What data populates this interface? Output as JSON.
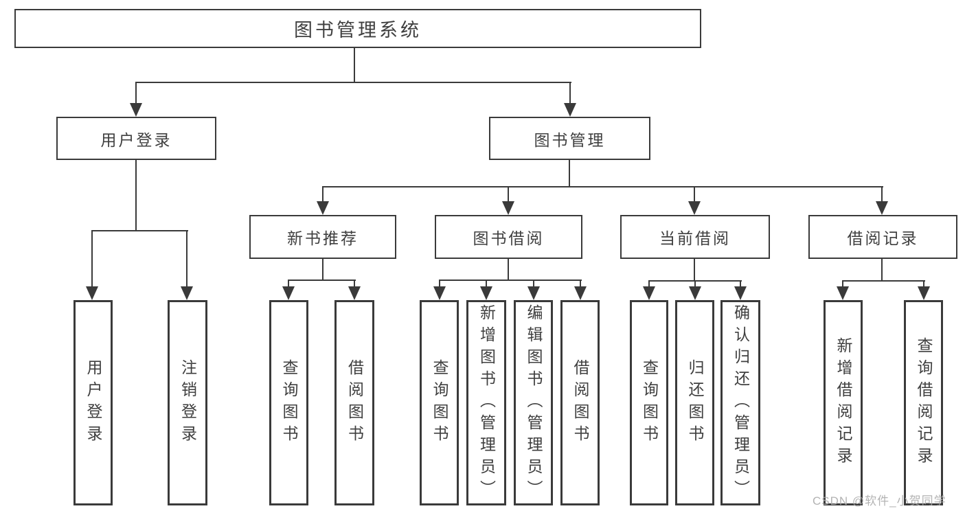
{
  "title": "图书管理系统",
  "watermark": "CSDN @软件_小贺同学",
  "colors": {
    "line": "#3a3a3a",
    "text": "#3f3f3f",
    "box_background": "#ffffff",
    "page_background": "#ffffff",
    "watermark": "#ababab"
  },
  "nodes": {
    "root": {
      "label": "图书管理系统"
    },
    "user_login": {
      "label": "用户登录"
    },
    "book_mgmt": {
      "label": "图书管理"
    },
    "new_book_rec": {
      "label": "新书推荐"
    },
    "book_borrow": {
      "label": "图书借阅"
    },
    "current_borrow": {
      "label": "当前借阅"
    },
    "borrow_records": {
      "label": "借阅记录"
    },
    "leaf_user_login": {
      "label": "用户登录"
    },
    "leaf_logout": {
      "label": "注销登录"
    },
    "leaf_query_books_rec": {
      "label": "查询图书"
    },
    "leaf_borrow_books_rec": {
      "label": "借阅图书"
    },
    "leaf_query_books_borrow": {
      "label": "查询图书"
    },
    "leaf_add_books_admin": {
      "label": "新增图书（管理员）"
    },
    "leaf_edit_books_admin": {
      "label": "编辑图书（管理员）"
    },
    "leaf_borrow_books_borrow": {
      "label": "借阅图书"
    },
    "leaf_query_books_current": {
      "label": "查询图书"
    },
    "leaf_return_books": {
      "label": "归还图书"
    },
    "leaf_confirm_return_admin": {
      "label": "确认归还（管理员）"
    },
    "leaf_add_borrow_record": {
      "label": "新增借阅记录"
    },
    "leaf_query_borrow_record": {
      "label": "查询借阅记录"
    }
  },
  "hierarchy": {
    "图书管理系统": {
      "用户登录": [
        "用户登录",
        "注销登录"
      ],
      "图书管理": {
        "新书推荐": [
          "查询图书",
          "借阅图书"
        ],
        "图书借阅": [
          "查询图书",
          "新增图书（管理员）",
          "编辑图书（管理员）",
          "借阅图书"
        ],
        "当前借阅": [
          "查询图书",
          "归还图书",
          "确认归还（管理员）"
        ],
        "借阅记录": [
          "新增借阅记录",
          "查询借阅记录"
        ]
      }
    }
  }
}
